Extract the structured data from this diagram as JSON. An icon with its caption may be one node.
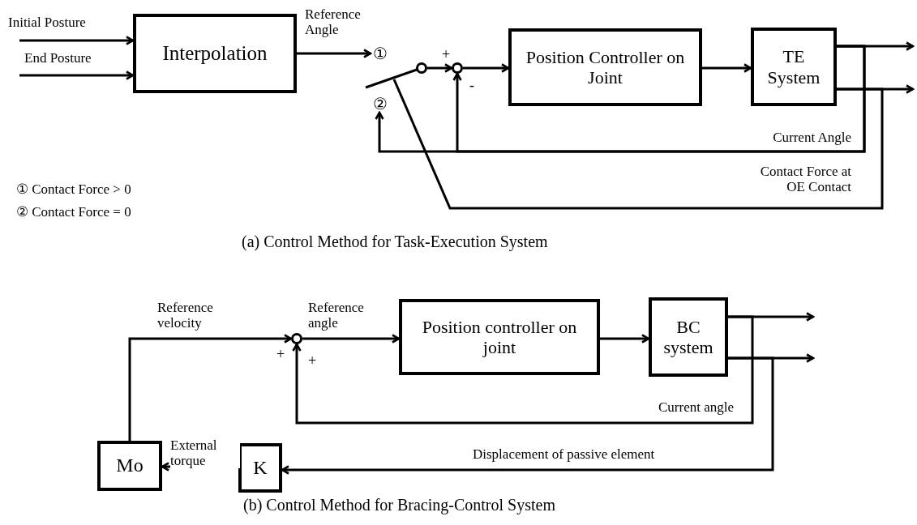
{
  "diagram": {
    "nodes": [
      {
        "text": [
          "Interpolation"
        ]
      },
      {
        "text": [
          "①"
        ]
      },
      {
        "text": [
          "②"
        ]
      },
      {
        "text": [],
        "shape": "circle"
      },
      {
        "text": [],
        "shape": "circle"
      },
      {
        "text": [
          "Position Controller on Joint"
        ]
      },
      {
        "text": [
          "TE System"
        ]
      },
      {
        "text": [
          "Mo"
        ]
      },
      {
        "text": [
          "K"
        ]
      },
      {
        "text": [],
        "shape": "circle"
      },
      {
        "text": [
          "Position controller on joint"
        ]
      },
      {
        "text": [
          "BC system"
        ]
      }
    ],
    "edges": [
      {
        "from": null,
        "to": 0,
        "arrow": "to",
        "label": "Initial Posture"
      },
      {
        "from": null,
        "to": 0,
        "arrow": "to",
        "label": "End Posture"
      },
      {
        "from": 0,
        "to": 1,
        "arrow": "to",
        "label": "Reference Angle"
      },
      {
        "from": 3,
        "to": 4,
        "arrow": "to"
      },
      {
        "from": 4,
        "to": 5,
        "arrow": "to"
      },
      {
        "from": 5,
        "to": 6,
        "arrow": "to"
      },
      {
        "from": 6,
        "to": null,
        "arrow": "to"
      },
      {
        "from": 6,
        "to": null,
        "arrow": "to"
      },
      {
        "from": 6,
        "to": 2,
        "arrow": "to",
        "label": "Current Angle"
      },
      {
        "from": 6,
        "to": 4,
        "arrow": "to"
      },
      {
        "from": 6,
        "to": 3,
        "arrow": "none",
        "label": "Contact Force at OE Contact"
      },
      {
        "from": 7,
        "to": 9,
        "arrow": "to",
        "label": "Reference velocity"
      },
      {
        "from": 9,
        "to": 10,
        "arrow": "to",
        "label": "Reference angle"
      },
      {
        "from": 10,
        "to": 11,
        "arrow": "to"
      },
      {
        "from": 11,
        "to": null,
        "arrow": "to"
      },
      {
        "from": 11,
        "to": null,
        "arrow": "to"
      },
      {
        "from": 11,
        "to": 9,
        "arrow": "to",
        "label": "Current angle"
      },
      {
        "from": 11,
        "to": 8,
        "arrow": "to",
        "label": "Displacement of passive element"
      },
      {
        "from": 8,
        "to": 7,
        "arrow": "to",
        "label": "External torque"
      }
    ],
    "labels": [
      "+",
      "-",
      "① Contact Force > 0",
      "② Contact Force = 0",
      "(a) Control Method for Task-Execution System",
      "+",
      "+",
      "(b) Control Method for Bracing-Control System"
    ]
  }
}
